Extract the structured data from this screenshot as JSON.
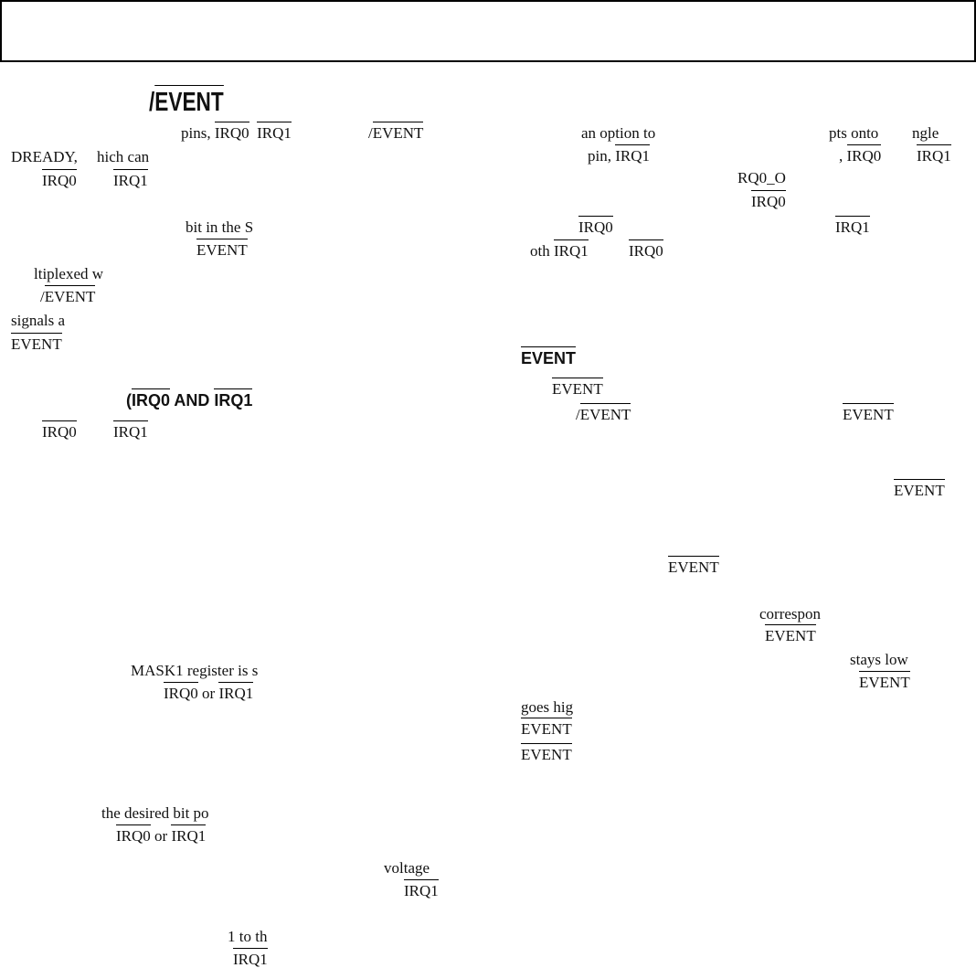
{
  "header": {
    "title": ""
  },
  "fragments": [
    {
      "parts": [
        {
          "t": "/"
        },
        {
          "t": "EVENT",
          "o": true
        }
      ],
      "kind": "heading"
    },
    {
      "parts": [
        {
          "t": "pins, "
        },
        {
          "t": "IRQ0",
          "o": true
        },
        {
          "t": "  "
        },
        {
          "t": "IRQ1",
          "o": true
        }
      ]
    },
    {
      "parts": [
        {
          "t": "/"
        },
        {
          "t": "EVENT",
          "o": true
        }
      ]
    },
    {
      "parts": [
        {
          "t": "DREADY,"
        }
      ]
    },
    {
      "parts": [
        {
          "t": "hich can"
        }
      ]
    },
    {
      "parts": [
        {
          "t": "IRQ0",
          "o": true
        }
      ]
    },
    {
      "parts": [
        {
          "t": "IRQ1",
          "o": true
        }
      ]
    },
    {
      "parts": [
        {
          "t": "bit in the S"
        }
      ]
    },
    {
      "parts": [
        {
          "t": "EVENT",
          "o": true
        }
      ]
    },
    {
      "parts": [
        {
          "t": "ltiplexed w"
        }
      ]
    },
    {
      "parts": [
        {
          "t": "/"
        },
        {
          "t": "EVENT",
          "o": true
        }
      ]
    },
    {
      "parts": [
        {
          "t": "signals a"
        }
      ]
    },
    {
      "parts": [
        {
          "t": "EVENT",
          "o": true
        }
      ]
    },
    {
      "parts": [
        {
          "t": "("
        },
        {
          "t": "IRQ0",
          "o": true
        },
        {
          "t": " AND "
        },
        {
          "t": "IRQ1",
          "o": true
        }
      ],
      "kind": "heading2"
    },
    {
      "parts": [
        {
          "t": "IRQ0",
          "o": true
        }
      ]
    },
    {
      "parts": [
        {
          "t": "IRQ1",
          "o": true
        }
      ]
    },
    {
      "parts": [
        {
          "t": "MASK1 register is s"
        }
      ]
    },
    {
      "parts": [
        {
          "t": "IRQ0",
          "o": true
        },
        {
          "t": " or "
        },
        {
          "t": "IRQ1",
          "o": true
        }
      ]
    },
    {
      "parts": [
        {
          "t": "the desired bit po"
        }
      ]
    },
    {
      "parts": [
        {
          "t": "IRQ0",
          "o": true
        },
        {
          "t": " or "
        },
        {
          "t": "IRQ1",
          "o": true
        }
      ]
    },
    {
      "parts": [
        {
          "t": "voltage"
        }
      ]
    },
    {
      "parts": [
        {
          "t": "IRQ1",
          "o": true
        }
      ]
    },
    {
      "parts": [
        {
          "t": "1 to th"
        }
      ]
    },
    {
      "parts": [
        {
          "t": "IRQ1",
          "o": true
        }
      ]
    },
    {
      "parts": [
        {
          "t": "an option to"
        }
      ]
    },
    {
      "parts": [
        {
          "t": "pin, "
        },
        {
          "t": "IRQ1",
          "o": true
        }
      ]
    },
    {
      "parts": [
        {
          "t": "pts onto"
        }
      ]
    },
    {
      "parts": [
        {
          "t": "ngle"
        }
      ]
    },
    {
      "parts": [
        {
          "t": ", "
        },
        {
          "t": "IRQ0",
          "o": true
        }
      ]
    },
    {
      "parts": [
        {
          "t": "IRQ1",
          "o": true
        }
      ]
    },
    {
      "parts": [
        {
          "t": "RQ0_O"
        }
      ]
    },
    {
      "parts": [
        {
          "t": "IRQ0",
          "o": true
        }
      ]
    },
    {
      "parts": [
        {
          "t": "IRQ0",
          "o": true
        }
      ]
    },
    {
      "parts": [
        {
          "t": "IRQ1",
          "o": true
        }
      ]
    },
    {
      "parts": [
        {
          "t": "oth "
        },
        {
          "t": "IRQ1",
          "o": true
        }
      ]
    },
    {
      "parts": [
        {
          "t": "IRQ0",
          "o": true
        }
      ]
    },
    {
      "parts": [
        {
          "t": "EVENT",
          "o": true
        }
      ],
      "kind": "heading2"
    },
    {
      "parts": [
        {
          "t": "EVENT",
          "o": true
        }
      ]
    },
    {
      "parts": [
        {
          "t": "/"
        },
        {
          "t": "EVENT",
          "o": true
        }
      ]
    },
    {
      "parts": [
        {
          "t": "EVENT",
          "o": true
        }
      ]
    },
    {
      "parts": [
        {
          "t": "EVENT",
          "o": true
        }
      ]
    },
    {
      "parts": [
        {
          "t": "EVENT",
          "o": true
        }
      ]
    },
    {
      "parts": [
        {
          "t": "correspon"
        }
      ]
    },
    {
      "parts": [
        {
          "t": "EVENT",
          "o": true
        }
      ]
    },
    {
      "parts": [
        {
          "t": "stays low"
        }
      ]
    },
    {
      "parts": [
        {
          "t": "EVENT",
          "o": true
        }
      ]
    },
    {
      "parts": [
        {
          "t": "goes hig"
        }
      ]
    },
    {
      "parts": [
        {
          "t": "EVENT",
          "o": true
        }
      ]
    },
    {
      "parts": [
        {
          "t": "EVENT",
          "o": true
        }
      ]
    }
  ]
}
